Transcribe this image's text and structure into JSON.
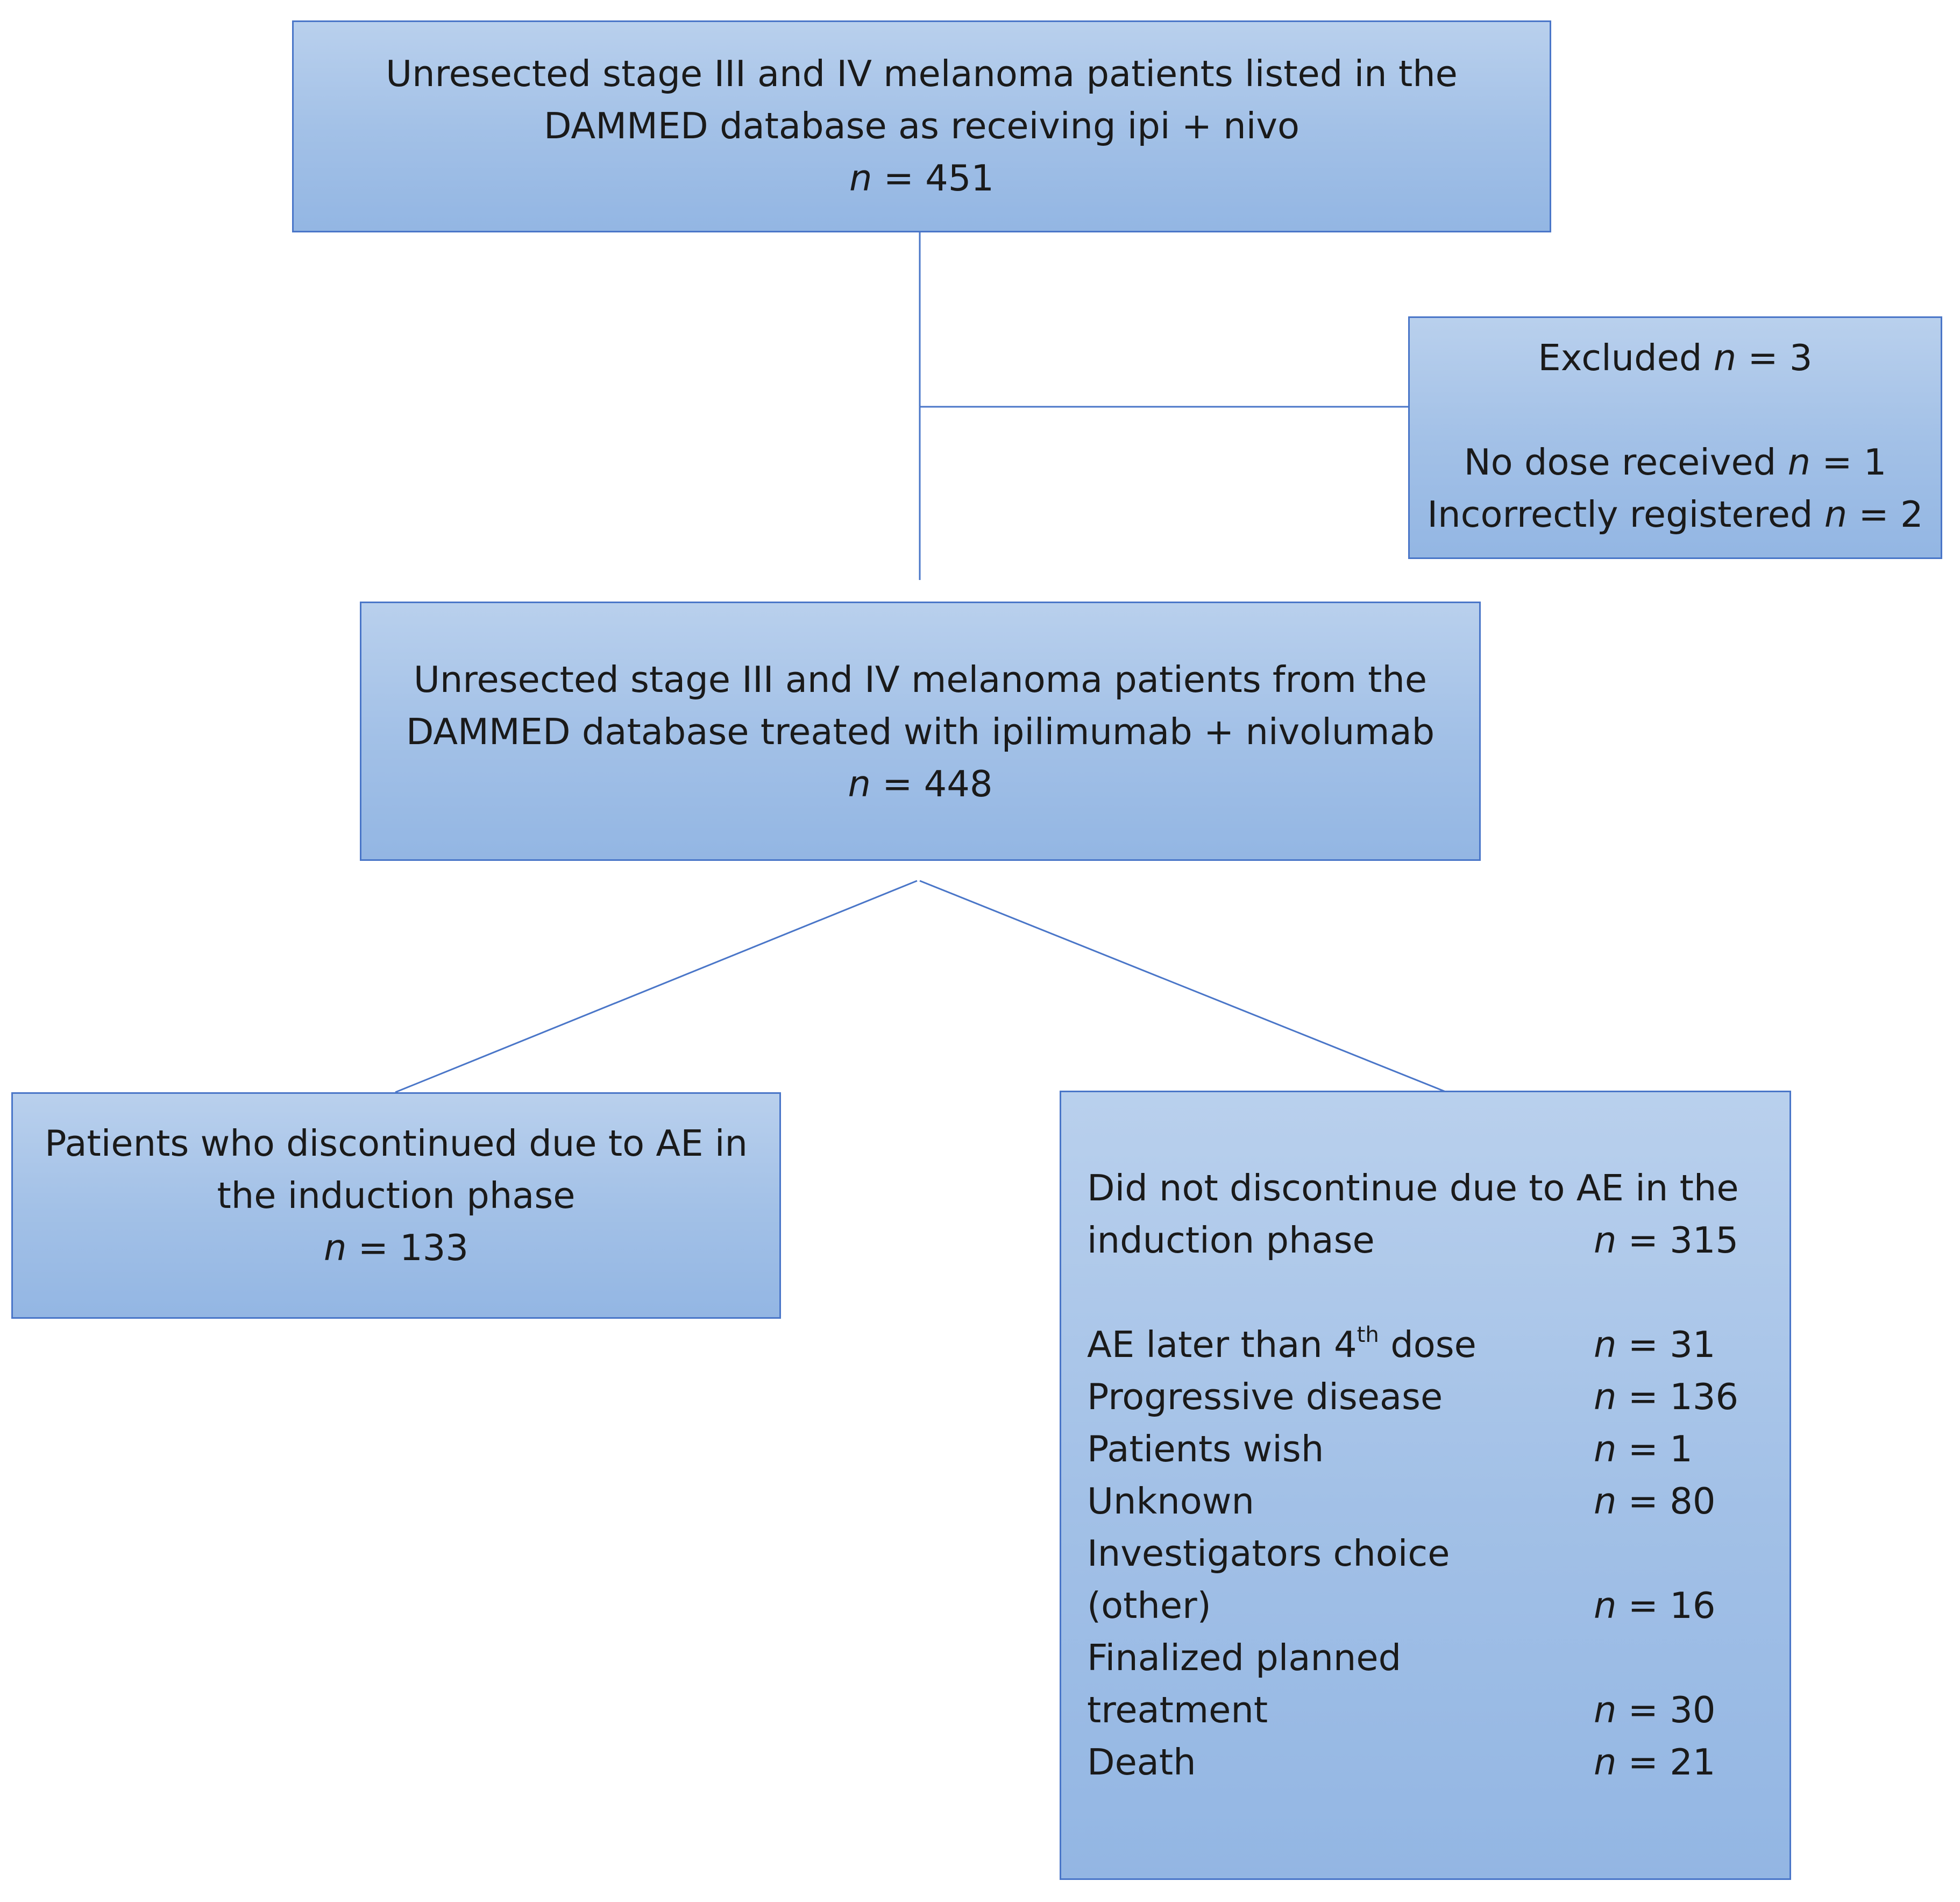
{
  "box1": {
    "line1": "Unresected stage III and IV melanoma patients listed in the",
    "line2": "DAMMED database as receiving ipi + nivo",
    "n_label": "n",
    "n_value": " = 451"
  },
  "excluded": {
    "title": "Excluded ",
    "title_n": "n",
    "title_value": " = 3",
    "items": [
      {
        "label": "No dose received ",
        "n": "n",
        "value": " = 1"
      },
      {
        "label": "Incorrectly registered ",
        "n": "n",
        "value": " = 2"
      }
    ]
  },
  "box2": {
    "line1": "Unresected stage III and IV melanoma patients from the",
    "line2": "DAMMED database treated with ipilimumab + nivolumab",
    "n_label": "n",
    "n_value": " = 448"
  },
  "box3": {
    "line1": "Patients who discontinued due to AE in",
    "line2": "the induction phase",
    "n_label": "n",
    "n_value": " = 133"
  },
  "box4": {
    "heading_line1": "Did not discontinue due to AE in the",
    "heading_line2": "induction phase",
    "heading_n": "n",
    "heading_value": " = 315",
    "items": [
      {
        "label": "AE later than 4",
        "label_sup": "th",
        "label_rest": " dose",
        "n": "n",
        "value": " = 31"
      },
      {
        "label": "Progressive disease",
        "n": "n",
        "value": " = 136"
      },
      {
        "label": "Patients wish",
        "n": "n",
        "value": " = 1"
      },
      {
        "label": "Unknown",
        "n": "n",
        "value": " = 80"
      },
      {
        "label": "Investigators choice",
        "label_line2": "(other)",
        "n": "n",
        "value": " = 16"
      },
      {
        "label": "Finalized planned",
        "label_line2": "treatment",
        "n": "n",
        "value": " = 30"
      },
      {
        "label": "Death",
        "n": "n",
        "value": " = 21"
      }
    ]
  },
  "colors": {
    "box_border": "#4a76c8",
    "box_fill_top": "#b9d0ed",
    "box_fill_bottom": "#93b6e3",
    "connector": "#4a76c8"
  }
}
